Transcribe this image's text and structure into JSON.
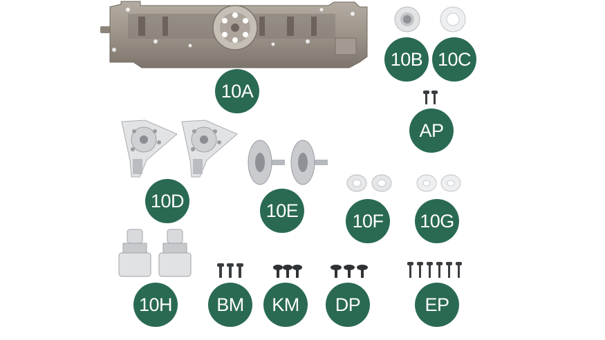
{
  "labels": {
    "p10A": "10A",
    "p10B": "10B",
    "p10C": "10C",
    "pAP": "AP",
    "p10D": "10D",
    "p10E": "10E",
    "p10F": "10F",
    "p10G": "10G",
    "p10H": "10H",
    "pBM": "BM",
    "pKM": "KM",
    "pDP": "DP",
    "pEP": "EP"
  },
  "colors": {
    "badge": "#2a6a52",
    "badge_text": "#ffffff",
    "frame": "#8d8478",
    "metal": "#d4d6d8",
    "screw": "#3a3d40"
  }
}
